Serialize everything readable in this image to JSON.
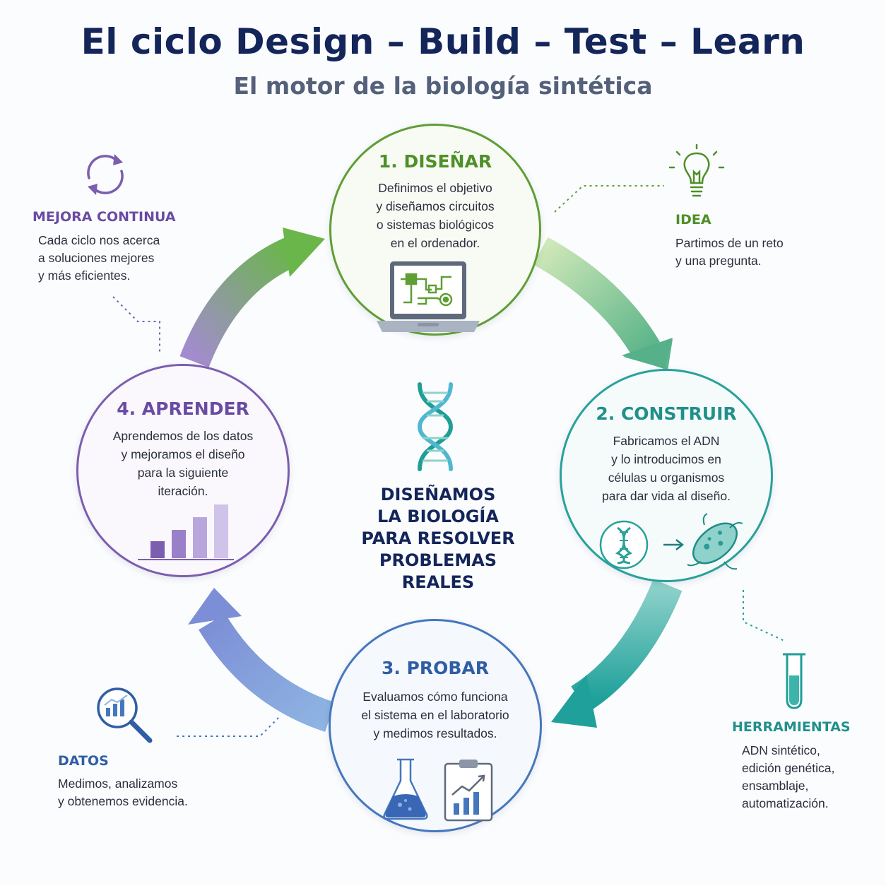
{
  "header": {
    "title": "El ciclo Design – Build – Test – Learn",
    "subtitle": "El motor de la biología sintética"
  },
  "colors": {
    "design": "#5f9e35",
    "build": "#28a19a",
    "test": "#4577bd",
    "learn": "#7b5eae",
    "title": "#14255a"
  },
  "stages": [
    {
      "title": "1. DISEÑAR",
      "description": "Definimos el objetivo\ny diseñamos circuitos\no sistemas biológicos\nen el ordenador.",
      "icon": "laptop-circuit-icon"
    },
    {
      "title": "2. CONSTRUIR",
      "description": "Fabricamos el ADN\ny lo introducimos en\ncélulas u organismos\npara dar vida al diseño.",
      "icon": "dna-to-cell-icon"
    },
    {
      "title": "3. PROBAR",
      "description": "Evaluamos cómo funciona\nel sistema en el laboratorio\ny medimos resultados.",
      "icon": "flask-and-chart-icon"
    },
    {
      "title": "4. APRENDER",
      "description": "Aprendemos de los datos\ny mejoramos el diseño\npara la siguiente\niteración.",
      "icon": "bar-chart-icon"
    }
  ],
  "center": {
    "message": "DISEÑAMOS\nLA BIOLOGÍA\nPARA RESOLVER\nPROBLEMAS\nREALES",
    "icon": "dna-helix-icon"
  },
  "side_notes": {
    "idea": {
      "title": "IDEA",
      "text": "Partimos de un reto\ny una pregunta.",
      "icon": "lightbulb-icon"
    },
    "herramientas": {
      "title": "HERRAMIENTAS",
      "text": "ADN sintético,\nedición genética,\nensamblaje,\nautomatización.",
      "icon": "test-tube-icon"
    },
    "datos": {
      "title": "DATOS",
      "text": "Medimos, analizamos\ny obtenemos evidencia.",
      "icon": "magnifier-chart-icon"
    },
    "mejora": {
      "title": "MEJORA CONTINUA",
      "text": "Cada ciclo nos acerca\na soluciones mejores\ny más eficientes.",
      "icon": "refresh-cycle-icon"
    }
  }
}
